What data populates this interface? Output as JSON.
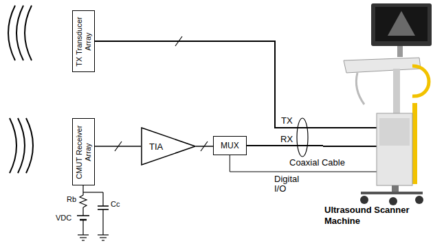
{
  "diagram": {
    "nodes": [
      {
        "text": [
          "TX Transducer Array"
        ]
      },
      {
        "text": [
          "CMUT Receiver Array"
        ]
      },
      {
        "text": [
          "TIA"
        ]
      },
      {
        "text": [
          "MUX"
        ]
      },
      {
        "text": [
          "Ultrasound Scanner Machine"
        ]
      }
    ],
    "edges": [
      {
        "from": 0,
        "to": 4,
        "arrow": "none",
        "label": "TX"
      },
      {
        "from": 1,
        "to": 2,
        "arrow": "none"
      },
      {
        "from": 2,
        "to": 3,
        "arrow": "none"
      },
      {
        "from": 3,
        "to": 4,
        "arrow": "none",
        "label": "RX"
      },
      {
        "from": 3,
        "to": 4,
        "arrow": "none",
        "label": "Digital I/O"
      }
    ],
    "labels": [
      "Coaxial Cable",
      "Rb",
      "VDC",
      "Cc"
    ]
  }
}
